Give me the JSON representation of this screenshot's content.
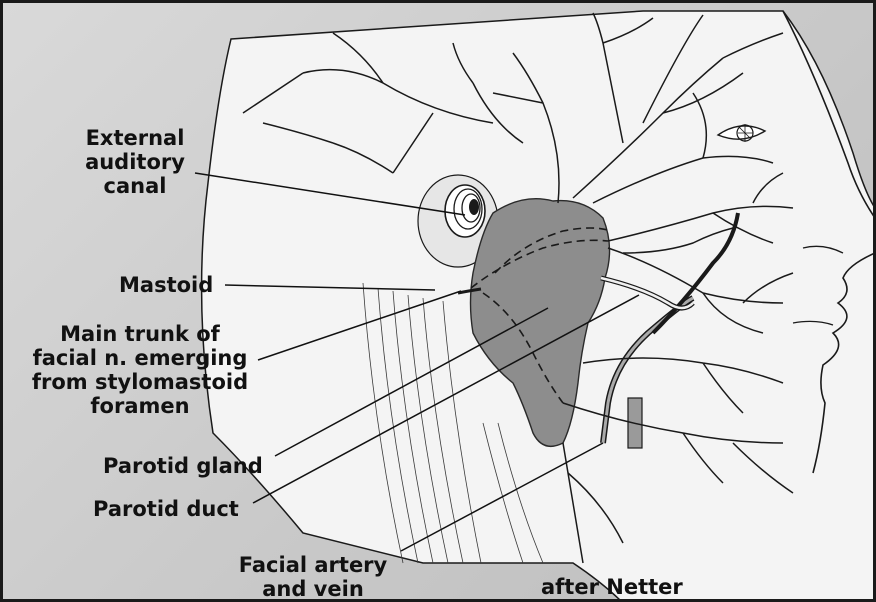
{
  "labels": {
    "external_auditory_canal": [
      "External",
      "auditory",
      "canal"
    ],
    "mastoid": "Mastoid",
    "main_trunk": [
      "Main trunk of",
      "facial n. emerging",
      "from stylomastoid",
      "foramen"
    ],
    "parotid_gland": "Parotid gland",
    "parotid_duct": "Parotid duct",
    "facial_artery_vein": [
      "Facial artery",
      "and vein"
    ],
    "credit": "after Netter"
  },
  "colors": {
    "background": "#c9c9c9",
    "skin": "#f4f4f4",
    "gland": "#8d8d8d",
    "ink": "#1a1a1a"
  }
}
